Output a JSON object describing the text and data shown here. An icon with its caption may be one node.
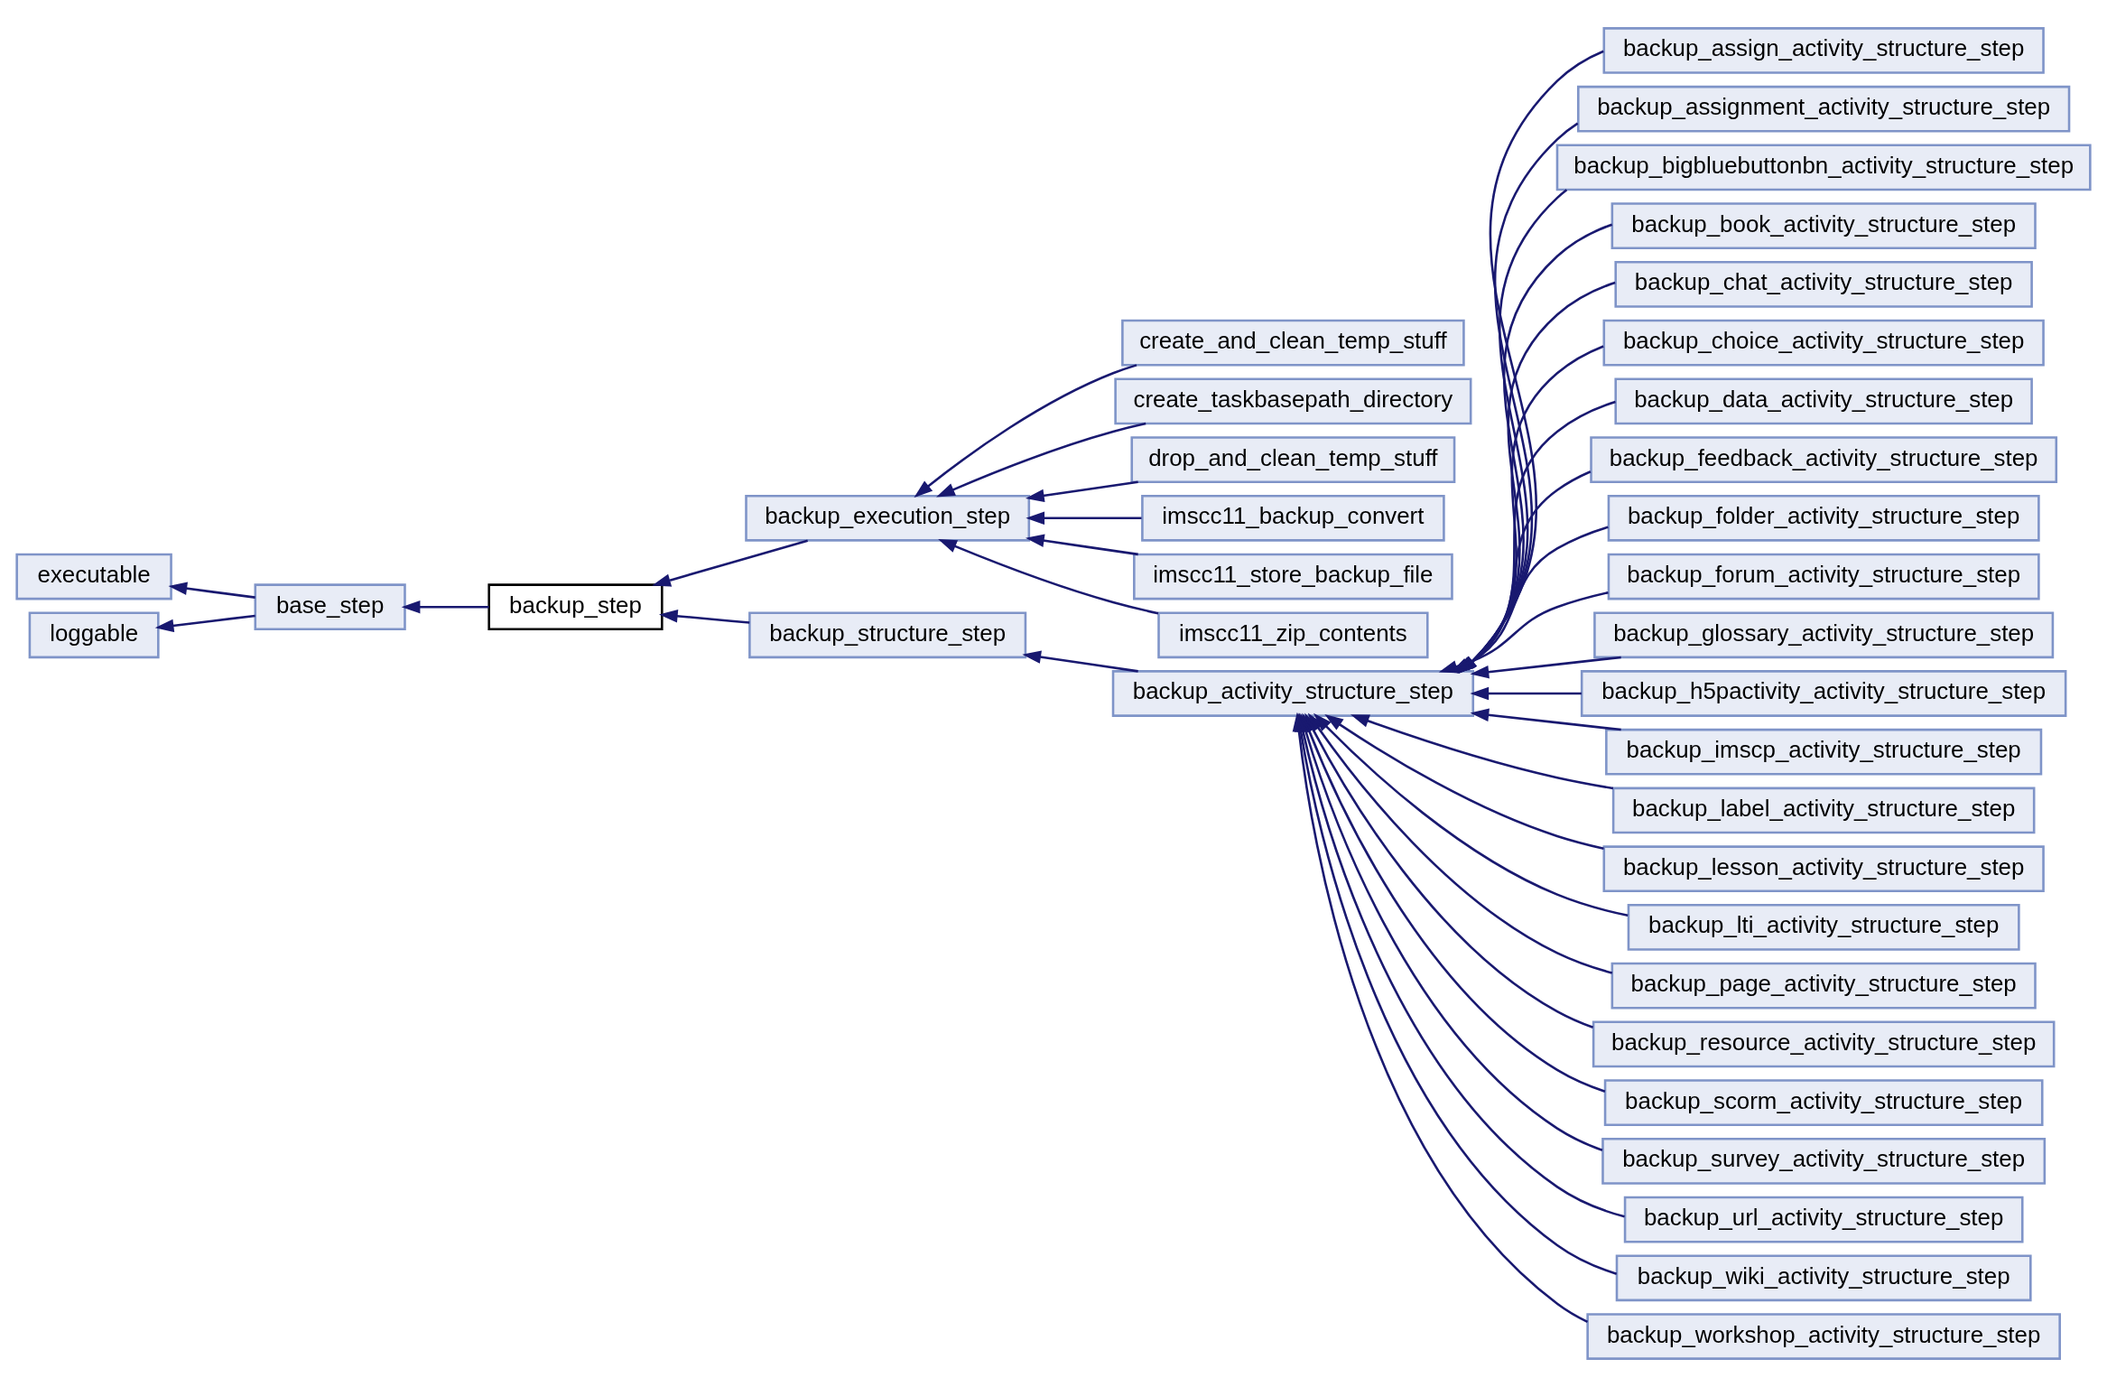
{
  "diagram": {
    "nodes": [
      {
        "text": [
          "executable"
        ]
      },
      {
        "text": [
          "loggable"
        ]
      },
      {
        "text": [
          "base_step"
        ]
      },
      {
        "text": [
          "backup_step"
        ]
      },
      {
        "text": [
          "backup_execution_step"
        ]
      },
      {
        "text": [
          "backup_structure_step"
        ]
      },
      {
        "text": [
          "create_and_clean_temp_stuff"
        ]
      },
      {
        "text": [
          "create_taskbasepath_directory"
        ]
      },
      {
        "text": [
          "drop_and_clean_temp_stuff"
        ]
      },
      {
        "text": [
          "imscc11_backup_convert"
        ]
      },
      {
        "text": [
          "imscc11_store_backup_file"
        ]
      },
      {
        "text": [
          "imscc11_zip_contents"
        ]
      },
      {
        "text": [
          "backup_activity_structure_step"
        ]
      },
      {
        "text": [
          "backup_assign_activity_structure_step"
        ]
      },
      {
        "text": [
          "backup_assignment_activity_structure_step"
        ]
      },
      {
        "text": [
          "backup_bigbluebuttonbn_activity_structure_step"
        ]
      },
      {
        "text": [
          "backup_book_activity_structure_step"
        ]
      },
      {
        "text": [
          "backup_chat_activity_structure_step"
        ]
      },
      {
        "text": [
          "backup_choice_activity_structure_step"
        ]
      },
      {
        "text": [
          "backup_data_activity_structure_step"
        ]
      },
      {
        "text": [
          "backup_feedback_activity_structure_step"
        ]
      },
      {
        "text": [
          "backup_folder_activity_structure_step"
        ]
      },
      {
        "text": [
          "backup_forum_activity_structure_step"
        ]
      },
      {
        "text": [
          "backup_glossary_activity_structure_step"
        ]
      },
      {
        "text": [
          "backup_h5pactivity_activity_structure_step"
        ]
      },
      {
        "text": [
          "backup_imscp_activity_structure_step"
        ]
      },
      {
        "text": [
          "backup_label_activity_structure_step"
        ]
      },
      {
        "text": [
          "backup_lesson_activity_structure_step"
        ]
      },
      {
        "text": [
          "backup_lti_activity_structure_step"
        ]
      },
      {
        "text": [
          "backup_page_activity_structure_step"
        ]
      },
      {
        "text": [
          "backup_resource_activity_structure_step"
        ]
      },
      {
        "text": [
          "backup_scorm_activity_structure_step"
        ]
      },
      {
        "text": [
          "backup_survey_activity_structure_step"
        ]
      },
      {
        "text": [
          "backup_url_activity_structure_step"
        ]
      },
      {
        "text": [
          "backup_wiki_activity_structure_step"
        ]
      },
      {
        "text": [
          "backup_workshop_activity_structure_step"
        ]
      }
    ],
    "edges": [
      {
        "from": 2,
        "to": 0,
        "arrow": "to"
      },
      {
        "from": 2,
        "to": 1,
        "arrow": "to"
      },
      {
        "from": 3,
        "to": 2,
        "arrow": "to"
      },
      {
        "from": 4,
        "to": 3,
        "arrow": "to"
      },
      {
        "from": 5,
        "to": 3,
        "arrow": "to"
      },
      {
        "from": 6,
        "to": 4,
        "arrow": "to"
      },
      {
        "from": 7,
        "to": 4,
        "arrow": "to"
      },
      {
        "from": 8,
        "to": 4,
        "arrow": "to"
      },
      {
        "from": 9,
        "to": 4,
        "arrow": "to"
      },
      {
        "from": 10,
        "to": 4,
        "arrow": "to"
      },
      {
        "from": 11,
        "to": 4,
        "arrow": "to"
      },
      {
        "from": 12,
        "to": 5,
        "arrow": "to"
      },
      {
        "from": 13,
        "to": 12,
        "arrow": "to"
      },
      {
        "from": 14,
        "to": 12,
        "arrow": "to"
      },
      {
        "from": 15,
        "to": 12,
        "arrow": "to"
      },
      {
        "from": 16,
        "to": 12,
        "arrow": "to"
      },
      {
        "from": 17,
        "to": 12,
        "arrow": "to"
      },
      {
        "from": 18,
        "to": 12,
        "arrow": "to"
      },
      {
        "from": 19,
        "to": 12,
        "arrow": "to"
      },
      {
        "from": 20,
        "to": 12,
        "arrow": "to"
      },
      {
        "from": 21,
        "to": 12,
        "arrow": "to"
      },
      {
        "from": 22,
        "to": 12,
        "arrow": "to"
      },
      {
        "from": 23,
        "to": 12,
        "arrow": "to"
      },
      {
        "from": 24,
        "to": 12,
        "arrow": "to"
      },
      {
        "from": 25,
        "to": 12,
        "arrow": "to"
      },
      {
        "from": 26,
        "to": 12,
        "arrow": "to"
      },
      {
        "from": 27,
        "to": 12,
        "arrow": "to"
      },
      {
        "from": 28,
        "to": 12,
        "arrow": "to"
      },
      {
        "from": 29,
        "to": 12,
        "arrow": "to"
      },
      {
        "from": 30,
        "to": 12,
        "arrow": "to"
      },
      {
        "from": 31,
        "to": 12,
        "arrow": "to"
      },
      {
        "from": 32,
        "to": 12,
        "arrow": "to"
      },
      {
        "from": 33,
        "to": 12,
        "arrow": "to"
      },
      {
        "from": 34,
        "to": 12,
        "arrow": "to"
      },
      {
        "from": 35,
        "to": 12,
        "arrow": "to"
      }
    ]
  }
}
